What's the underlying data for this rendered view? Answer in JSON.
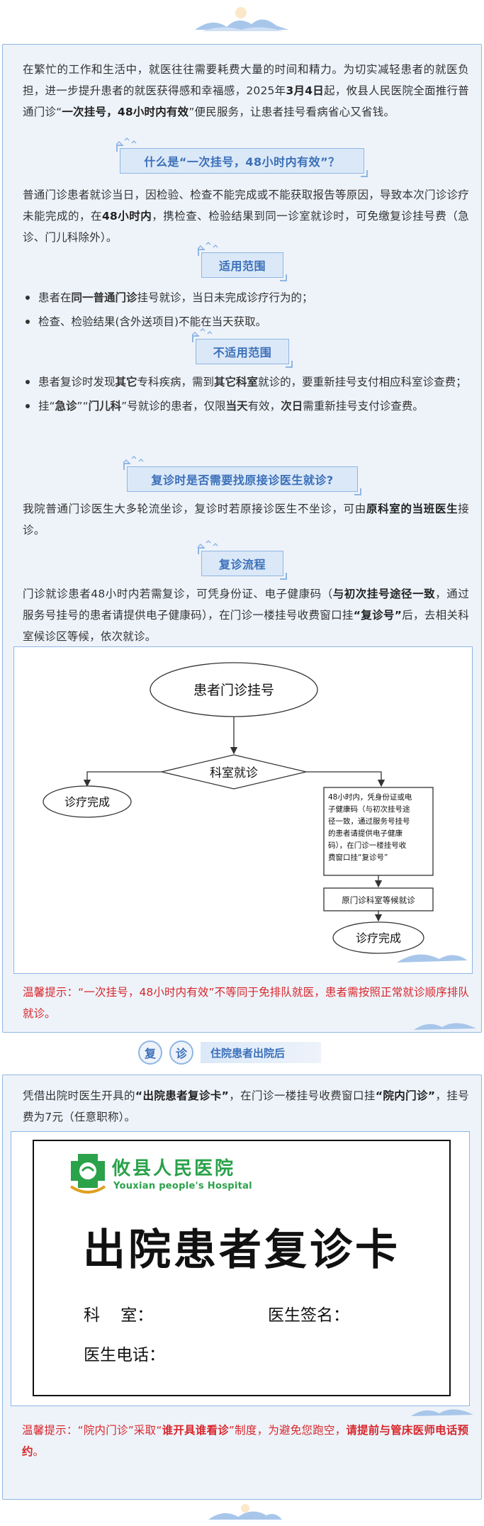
{
  "intro": {
    "text_before": "在繁忙的工作和生活中，就医往往需要耗费大量的时间和精力。为切实减轻患者的就医负担，进一步提升患者的就医获得感和幸福感，2025年",
    "date": "3月4日",
    "text_mid": "起，攸县人民医院全面推行普通门诊“",
    "policy": "一次挂号，48小时内有效",
    "text_after": "”便民服务，让患者挂号看病省心又省钱。"
  },
  "sections": {
    "what": {
      "title": "什么是“一次挂号，48小时内有效”？",
      "text_before": "普通门诊患者就诊当日，因检验、检查不能完成或不能获取报告等原因，导致本次门诊诊疗未能完成的，在",
      "bold": "48小时内",
      "text_after": "，携检查、检验结果到同一诊室就诊时，可免缴复诊挂号费（急诊、门儿科除外）。"
    },
    "scope": {
      "title": "适用范围",
      "b1_pre": "患者在",
      "b1_bold": "同一普通门诊",
      "b1_post": "挂号就诊，当日未完成诊疗行为的；",
      "b2": "检查、检验结果(含外送项目)不能在当天获取。"
    },
    "not_scope": {
      "title": "不适用范围",
      "b1_pre": "患者复诊时发现",
      "b1_bold1": "其它",
      "b1_mid": "专科疾病，需到",
      "b1_bold2": "其它科室",
      "b1_post": "就诊的，要重新挂号支付相应科室诊查费；",
      "b2_pre": "挂“",
      "b2_bold1": "急诊",
      "b2_mid1": "”“",
      "b2_bold2": "门儿科",
      "b2_mid2": "”号就诊的患者，仅限",
      "b2_bold3": "当天",
      "b2_mid3": "有效，",
      "b2_bold4": "次日",
      "b2_post": "需重新挂号支付诊查费。"
    },
    "doctor": {
      "title": "复诊时是否需要找原接诊医生就诊?",
      "text_before": "我院普通门诊医生大多轮流坐诊，复诊时若原接诊医生不坐诊，可由",
      "bold": "原科室的当班医生",
      "text_after": "接诊。"
    },
    "process": {
      "title": "复诊流程",
      "text_before": "门诊就诊患者48小时内若需复诊，可凭身份证、电子健康码（",
      "red": "与初次挂号途径一致",
      "text_mid": "，通过服务号挂号的患者请提供电子健康码），在门诊一楼挂号收费窗口挂",
      "bold": "“复诊号”",
      "text_after": "后，去相关科室候诊区等候，依次就诊。"
    }
  },
  "flowchart": {
    "start": "患者门诊挂号",
    "decision": "科室就诊",
    "left_end": "诊疗完成",
    "note_lines": [
      "48小时内，凭身份证或电",
      "子健康码（与初次挂号途",
      "径一致，通过服务号挂号",
      "的患者请提供电子健康",
      "码），在门诊一楼挂号收",
      "费窗口挂“复诊号”"
    ],
    "wait": "原门诊科室等候就诊",
    "right_end": "诊疗完成"
  },
  "tip1": "温馨提示：“一次挂号，48小时内有效”不等同于免排队就医，患者需按照正常就诊顺序排队就诊。",
  "banner": {
    "char1": "复",
    "char2": "诊",
    "label": "住院患者出院后"
  },
  "inpatient": {
    "text_before": "凭借出院时医生开具的",
    "bold1": "“出院患者复诊卡”",
    "text_mid": "，在门诊一楼挂号收费窗口挂",
    "bold2": "“院内门诊”",
    "text_after": "，挂号费为7元（任意职称）。"
  },
  "card": {
    "hospital_cn": "攸县人民医院",
    "hospital_en": "Youxian people's Hospital",
    "title": "出院患者复诊卡",
    "field_dept": "科    室：",
    "field_sign": "医生签名：",
    "field_phone": "医生电话："
  },
  "tip2": {
    "text_before": "温馨提示：“院内门诊”采取“",
    "bold1": "谁开具谁看诊",
    "text_mid": "”制度，为避免您跑空，",
    "bold2": "请提前与管床医师电话预约",
    "text_after": "。"
  },
  "colors": {
    "accent_blue": "#3a6fb8",
    "panel_bg": "#eef3fa",
    "border_blue": "#8fb6e2",
    "alert_red": "#d8262a",
    "logo_green": "#2aa24a"
  }
}
